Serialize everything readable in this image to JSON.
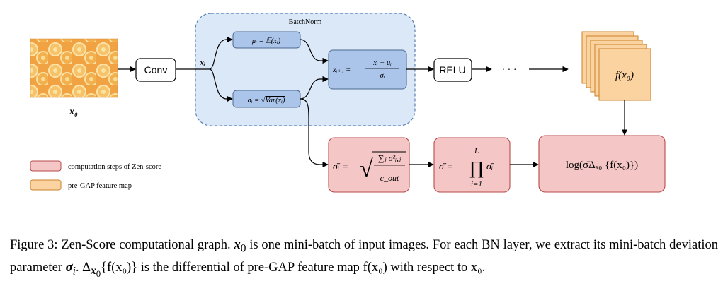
{
  "diagram": {
    "input_label": "x₀",
    "batchnorm_title": "BatchNorm",
    "conv_label": "Conv",
    "xi_label": "xᵢ",
    "mu_formula": {
      "lhs": "μᵢ = ",
      "rhs": "𝔼(xᵢ)"
    },
    "sigma_formula": {
      "lhs": "σᵢ = ",
      "sqrt": "√",
      "rhs": "Var(xᵢ)"
    },
    "norm_formula": {
      "lhs": "xᵢ₊₁ = ",
      "num": "xᵢ − μᵢ",
      "den": "σᵢ"
    },
    "relu_label": "RELU",
    "ellipsis": "· · ·",
    "feature_map_label": "f(x₀)",
    "sigma_bar_formula": {
      "lhs": "σ̄ᵢ = ",
      "num": "∑ⱼ σ²ᵢ,ⱼ",
      "den": "c_out"
    },
    "product_formula": {
      "lhs": "σ̄ = ",
      "top": "L",
      "op": "∏",
      "bottom": "i=1",
      "rhs": "σ̄ᵢ"
    },
    "log_formula": "log(σ̄Δₓ₀ {f(x₀)})",
    "colors": {
      "batchnorm_bg": "#dbe8f8",
      "batchnorm_border": "#5a7fb0",
      "blue_box": "#aac4ea",
      "blue_box_border": "#4d6a8e",
      "pink_box": "#f5c6c6",
      "pink_box_border": "#b84a4a",
      "orange_box": "#fbd3a0",
      "orange_box_border": "#c8812a"
    }
  },
  "legend": [
    {
      "label": "computation steps of  Zen-score",
      "color": "pink"
    },
    {
      "label": "pre-GAP feature map",
      "color": "orange"
    }
  ],
  "caption": {
    "part1": "Figure 3: Zen-Score computational graph. ",
    "x0": "x",
    "part2": " is one mini-batch of input images. For each BN layer, we extract its mini-batch deviation parameter ",
    "sigma": "σ",
    "part3": ". Δ",
    "part4": "{f(x₀)} is the differential of pre-GAP feature map f(x₀) with respect to x₀."
  }
}
